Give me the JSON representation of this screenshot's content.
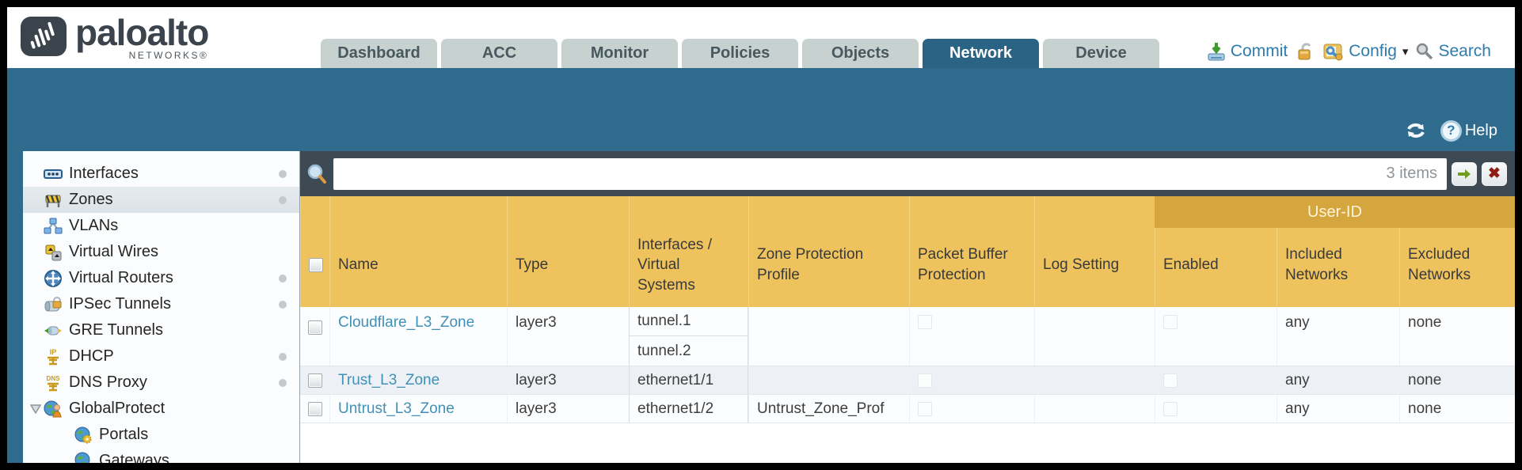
{
  "brand": {
    "name": "paloalto",
    "sub": "NETWORKS®"
  },
  "tabs": {
    "dashboard": "Dashboard",
    "acc": "ACC",
    "monitor": "Monitor",
    "policies": "Policies",
    "objects": "Objects",
    "network": "Network",
    "device": "Device",
    "active_tab": "Network"
  },
  "top_actions": {
    "commit": "Commit",
    "config": "Config",
    "search": "Search"
  },
  "band": {
    "help": "Help"
  },
  "glyphs": {
    "caret": "▾",
    "question": "?",
    "close": "✖",
    "dhcp": "IP",
    "dns": "DNS"
  },
  "sidebar": {
    "items": {
      "interfaces": "Interfaces",
      "zones": "Zones",
      "vlans": "VLANs",
      "virtual_wires": "Virtual Wires",
      "virtual_routers": "Virtual Routers",
      "ipsec_tunnels": "IPSec Tunnels",
      "gre_tunnels": "GRE Tunnels",
      "dhcp": "DHCP",
      "dns_proxy": "DNS Proxy",
      "globalprotect": "GlobalProtect",
      "portals": "Portals",
      "gateways": "Gateways"
    },
    "selected_item": "Zones"
  },
  "search": {
    "value": "",
    "items_count": "3 items"
  },
  "table": {
    "headers": {
      "name": "Name",
      "type": "Type",
      "interfaces": "Interfaces / Virtual Systems",
      "zone_protection": "Zone Protection Profile",
      "packet_buffer": "Packet Buffer Protection",
      "log_setting": "Log Setting",
      "user_id_group": "User-ID",
      "enabled": "Enabled",
      "included": "Included Networks",
      "excluded": "Excluded Networks"
    },
    "rows": [
      {
        "name": "Cloudflare_L3_Zone",
        "type": "layer3",
        "interfaces": [
          "tunnel.1",
          "tunnel.2"
        ],
        "zone_protection": "",
        "log_setting": "",
        "included": "any",
        "excluded": "none"
      },
      {
        "name": "Trust_L3_Zone",
        "type": "layer3",
        "interfaces": [
          "ethernet1/1"
        ],
        "zone_protection": "",
        "log_setting": "",
        "included": "any",
        "excluded": "none"
      },
      {
        "name": "Untrust_L3_Zone",
        "type": "layer3",
        "interfaces": [
          "ethernet1/2"
        ],
        "zone_protection": "Untrust_Zone_Prof",
        "log_setting": "",
        "included": "any",
        "excluded": "none"
      }
    ]
  },
  "colors": {
    "teal_band": "#2f6b8d",
    "slate_bar": "#3e4a53",
    "header_gold": "#eec25d",
    "user_id_gold": "#d5a53e",
    "link_blue": "#4190b5",
    "action_blue": "#2e7cad",
    "active_tab": "#2b6384",
    "inactive_tab": "#c7d1cf"
  }
}
